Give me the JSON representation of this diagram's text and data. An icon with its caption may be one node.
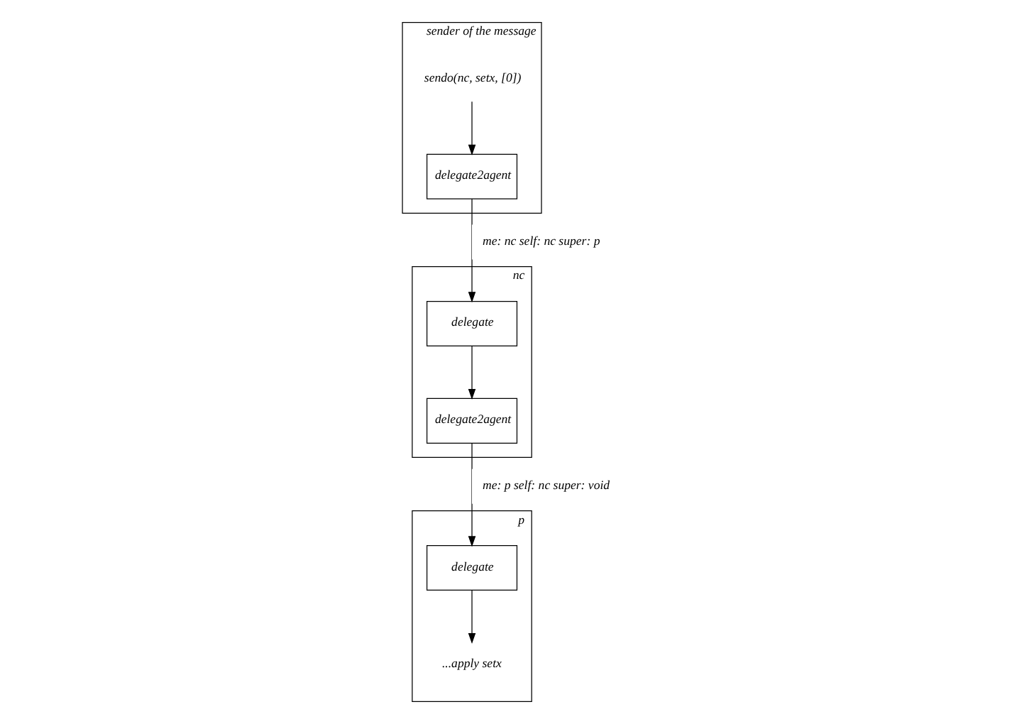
{
  "diagram": {
    "nodes": [
      {
        "text": [
          "sender of the message"
        ]
      },
      {
        "text": [
          "sendo(nc, setx, [0])"
        ],
        "in": 0
      },
      {
        "text": [
          "delegate2agent"
        ],
        "in": 0
      },
      {
        "text": [
          "nc"
        ]
      },
      {
        "text": [
          "delegate"
        ],
        "in": 3
      },
      {
        "text": [
          "delegate2agent"
        ],
        "in": 3
      },
      {
        "text": [
          "p"
        ]
      },
      {
        "text": [
          "...apply setx"
        ],
        "in": 6
      },
      {
        "text": [
          "delegate"
        ],
        "in": 6
      }
    ],
    "edges": [
      {
        "from": 1,
        "to": 2,
        "arrow": "to"
      },
      {
        "from": 2,
        "to": 4,
        "arrow": "to",
        "label": "me: nc self: nc super: p"
      },
      {
        "from": 4,
        "to": 5,
        "arrow": "to"
      },
      {
        "from": 5,
        "to": 8,
        "arrow": "to",
        "label": "me: p self: nc super: void"
      },
      {
        "from": 8,
        "to": 7,
        "arrow": "to"
      }
    ]
  }
}
